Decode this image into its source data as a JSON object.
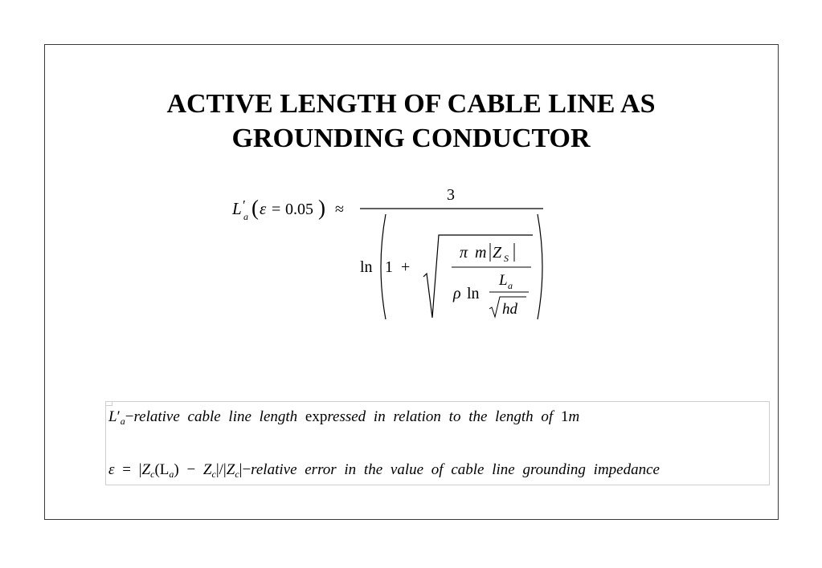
{
  "title": {
    "line1": "ACTIVE LENGTH OF CABLE LINE AS",
    "line2": "GROUNDING CONDUCTOR"
  },
  "formula": {
    "lhs_symbol": "L",
    "lhs_prime": "′",
    "lhs_subscript": "a",
    "lhs_arg_open": "(",
    "lhs_epsilon": "ε",
    "lhs_equals": "=",
    "lhs_value": "0.05",
    "lhs_arg_close": ")",
    "approx": "≈",
    "numerator": "3",
    "ln": "ln",
    "one": "1",
    "plus": "+",
    "pi": "π",
    "m": "m",
    "z": "Z",
    "z_sub": "S",
    "rho": "ρ",
    "ln_inner": "ln",
    "la": "L",
    "la_sub": "a",
    "hd": "hd"
  },
  "definitions": {
    "line1": {
      "symbol": "L",
      "prime": "′",
      "subscript": "a",
      "dash": "−",
      "text_a": "relative cable line length",
      "text_exp": "exp",
      "text_b": "ressed in relation to the length of",
      "one": "1",
      "unit": "m"
    },
    "line2": {
      "epsilon": "ε",
      "eq": "=",
      "bar": "|",
      "z1": "Z",
      "z1_sub": "c",
      "arg": "(L",
      "arg_sub": "a",
      "arg_close": ")",
      "minus": "−",
      "z2": "Z",
      "z2_sub": "c",
      "slash": "/",
      "z3": "Z",
      "z3_sub": "c",
      "dash": "−",
      "text": "relative error in the value of cable line grounding impedance"
    }
  }
}
